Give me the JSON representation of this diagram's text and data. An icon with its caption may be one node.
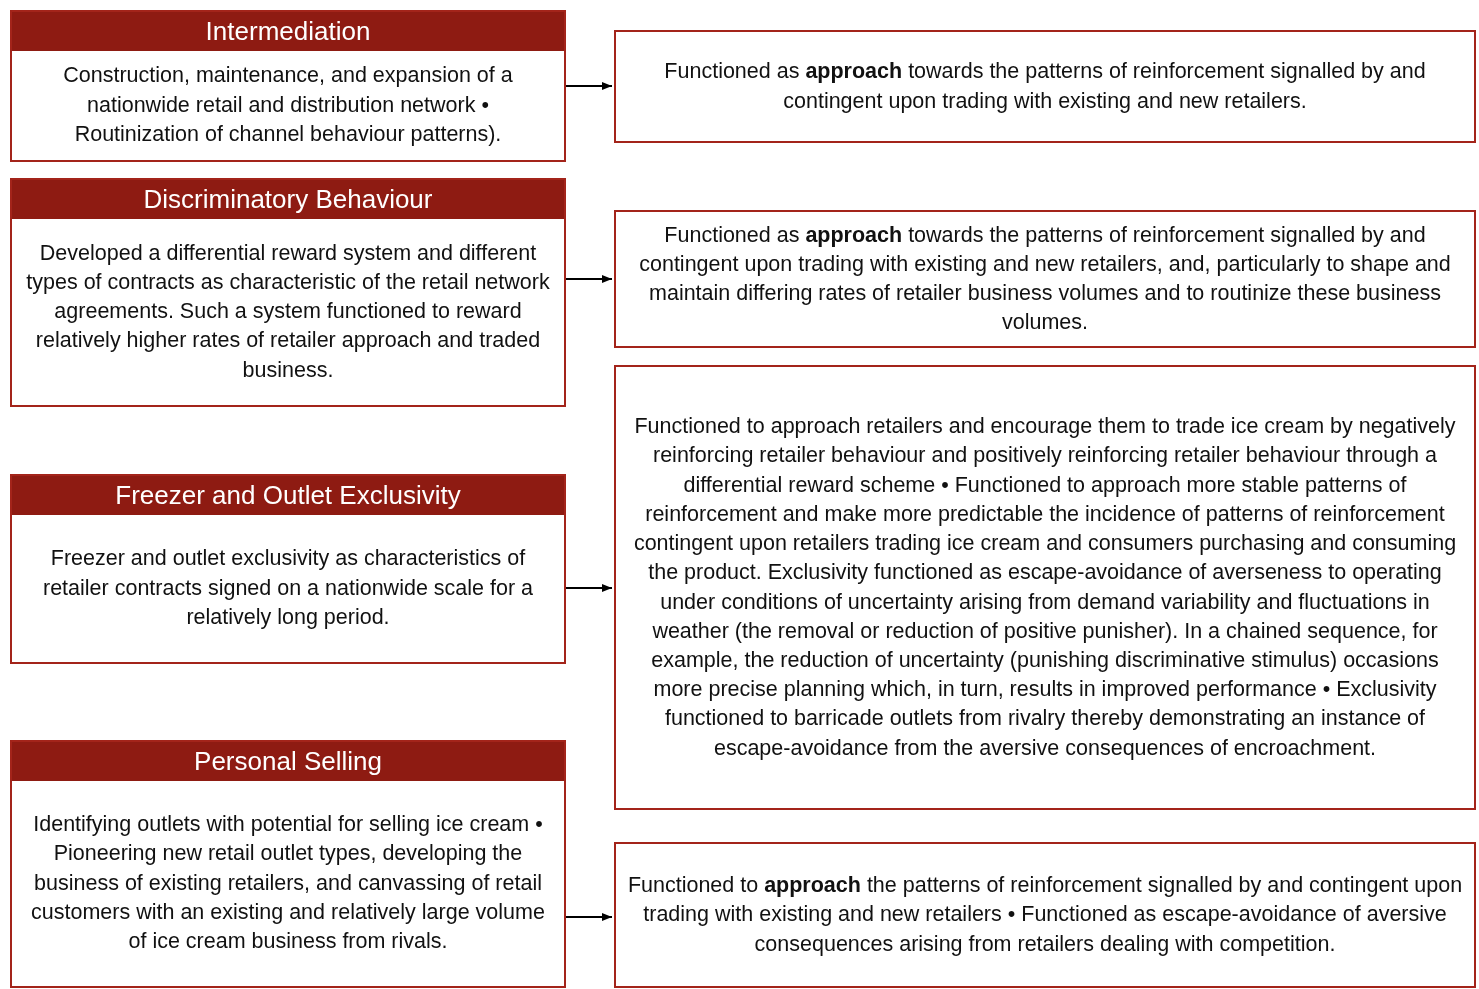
{
  "diagram": {
    "nodes": [
      {
        "text": [
          "Intermediation",
          "Construction, maintenance, and expansion of a nationwide retail and distribution network • Routinization of channel behaviour patterns)."
        ]
      },
      {
        "text": [
          "Functioned as **approach** towards the patterns of reinforcement signalled by and contingent upon trading with existing and new retailers."
        ]
      },
      {
        "text": [
          "Discriminatory Behaviour",
          "Developed a differential reward system and different types of contracts as characteristic of the retail network agreements.  Such a system functioned to reward relatively higher rates of retailer approach and traded business."
        ]
      },
      {
        "text": [
          "Functioned as **approach** towards the patterns of reinforcement signalled by and contingent upon trading with existing and new retailers, and, particularly to shape and maintain differing rates of retailer business volumes and to routinize these business volumes."
        ]
      },
      {
        "text": [
          "Freezer and Outlet Exclusivity",
          "Freezer and outlet exclusivity as characteristics of retailer contracts signed on a nationwide scale for a relatively long period."
        ]
      },
      {
        "text": [
          "Functioned to approach retailers and encourage them to trade ice cream by negatively reinforcing retailer behaviour and positively reinforcing retailer behaviour through a differential reward scheme • Functioned to approach more stable patterns of reinforcement and make more predictable the incidence of patterns of reinforcement contingent upon retailers trading ice cream and consumers purchasing and consuming the product.  Exclusivity functioned as escape-avoidance of averseness to operating under conditions of uncertainty arising from demand variability and fluctuations in weather (the removal or reduction of positive punisher).  In a chained sequence, for example, the reduction of uncertainty (punishing discriminative stimulus) occasions more precise planning which, in turn, results in improved performance • Exclusivity functioned to barricade outlets from rivalry thereby demonstrating an instance of escape-avoidance from the aversive consequences of encroachment."
        ]
      },
      {
        "text": [
          "Personal Selling",
          "Identifying outlets with potential for selling ice cream • Pioneering new retail outlet types, developing the business of existing retailers, and canvassing of retail customers with an existing and relatively large volume of ice cream business from rivals."
        ]
      },
      {
        "text": [
          "Functioned to **approach** the patterns of reinforcement signalled by and contingent upon trading with existing and new retailers • Functioned as escape-avoidance of aversive consequences arising from retailers dealing with competition."
        ]
      }
    ],
    "edges": [
      {
        "from": 0,
        "to": 1,
        "arrow": "to"
      },
      {
        "from": 2,
        "to": 3,
        "arrow": "to"
      },
      {
        "from": 4,
        "to": 5,
        "arrow": "to"
      },
      {
        "from": 6,
        "to": 7,
        "arrow": "to"
      }
    ]
  }
}
